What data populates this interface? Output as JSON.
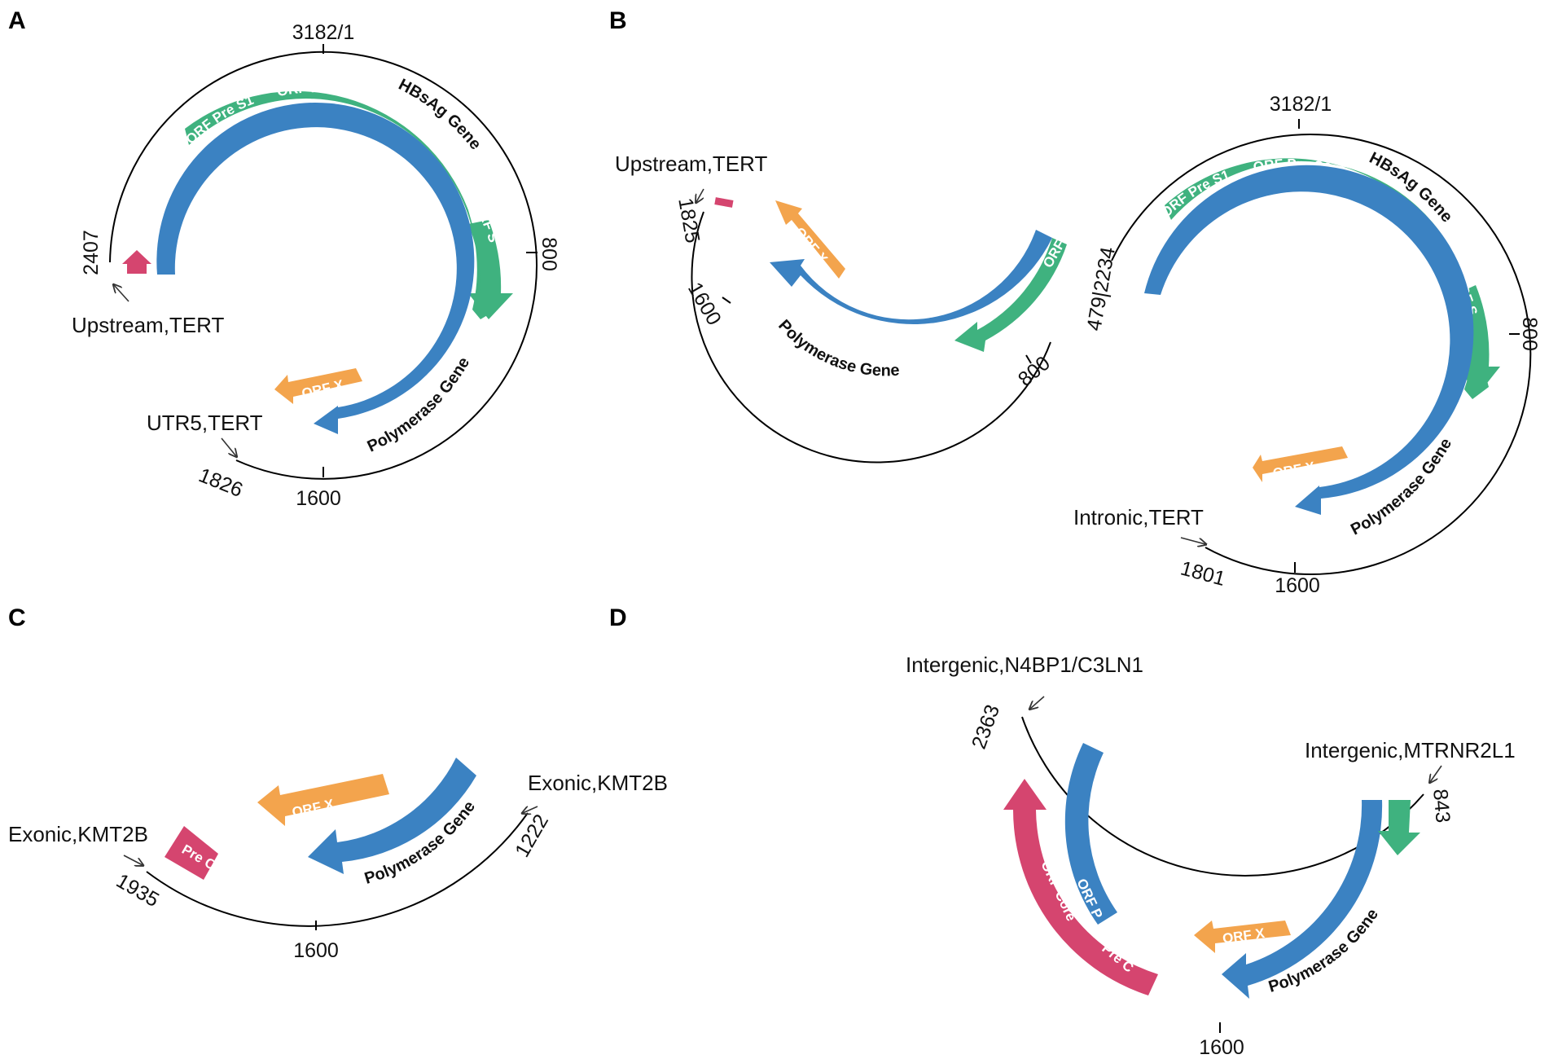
{
  "colors": {
    "blue": "#3b82c2",
    "green": "#3fb27f",
    "orange": "#f3a44d",
    "pink": "#d5456f",
    "line": "#000000"
  },
  "panels": {
    "A": {
      "letter": "A",
      "top_coord": "3182/1",
      "coord_800": "800",
      "coord_2407": "2407",
      "coord_1826": "1826",
      "coord_1600": "1600",
      "upstream_label": "Upstream,TERT",
      "utr5_label": "UTR5,TERT",
      "hbsag_gene": "HBsAg Gene",
      "orf_pre_s1": "ORF Pre S1",
      "orf_pre_s2": "ORF Pre S2",
      "orf_s": "ORF S",
      "orf_x": "ORF X",
      "polymerase_gene": "Polymerase Gene"
    },
    "B": {
      "letter": "B",
      "top_coord": "3182/1",
      "coord_800_right": "800",
      "coord_800_mid": "800",
      "coord_junction": "479|2234",
      "coord_1825": "1825",
      "coord_1600_left": "1600",
      "coord_1801": "1801",
      "coord_1600_bottom": "1600",
      "upstream_label": "Upstream,TERT",
      "intronic_label": "Intronic,TERT",
      "hbsag_gene": "HBsAg Gene",
      "orf_pre_s1": "ORF Pre S1",
      "orf_pre_s2": "ORF Pre S2",
      "orf_s_right": "ORF S",
      "orf_s_left": "ORF S",
      "orf_x_left": "ORF X",
      "orf_x_right": "ORF X",
      "polymerase_gene_left": "Polymerase Gene",
      "polymerase_gene_right": "Polymerase Gene"
    },
    "C": {
      "letter": "C",
      "exonic_left": "Exonic,KMT2B",
      "exonic_right": "Exonic,KMT2B",
      "coord_1935": "1935",
      "coord_1222": "1222",
      "coord_1600": "1600",
      "pre_c": "Pre C",
      "orf_x": "ORF X",
      "polymerase_gene": "Polymerase Gene"
    },
    "D": {
      "letter": "D",
      "intergenic_left": "Intergenic,N4BP1/C3LN1",
      "intergenic_right": "Intergenic,MTRNR2L1",
      "coord_2363": "2363",
      "coord_843": "843",
      "coord_1600": "1600",
      "orf_core": "ORF Core",
      "pre_c": "Pre C",
      "orf_p": "ORF P",
      "orf_x": "ORF X",
      "polymerase_gene": "Polymerase Gene"
    }
  }
}
